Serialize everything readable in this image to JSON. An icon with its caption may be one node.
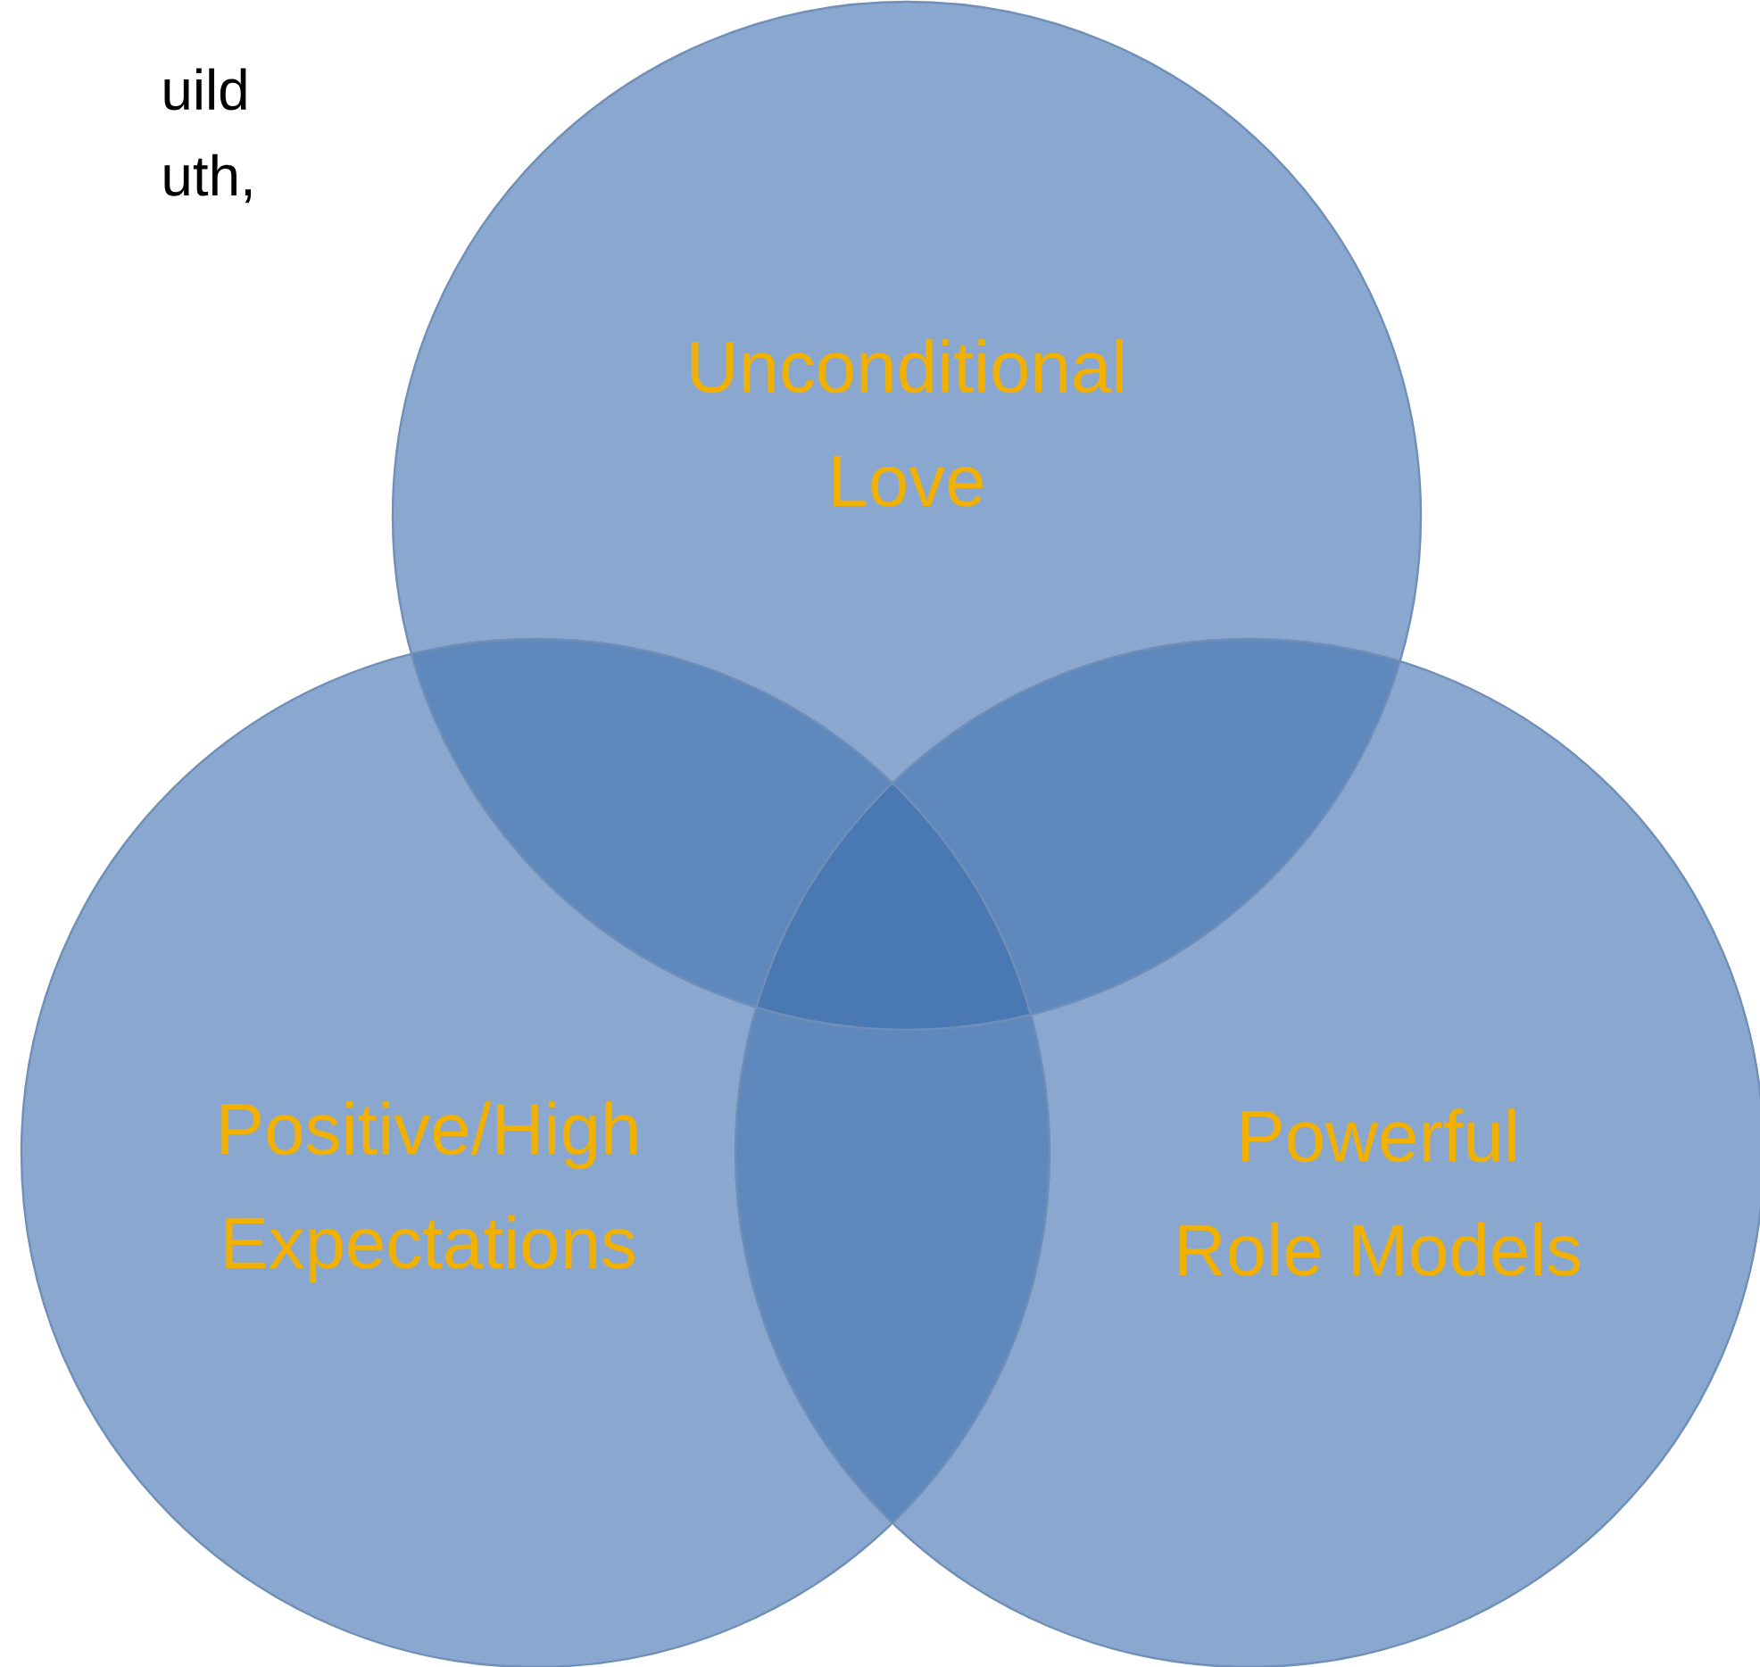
{
  "diagram": {
    "nodes": [
      {
        "text": [
          "Unconditional Love"
        ]
      },
      {
        "text": [
          "Positive/High Expectations"
        ]
      },
      {
        "text": [
          "Powerful Role Models"
        ]
      }
    ],
    "labels": [
      "uild",
      "uth,"
    ]
  }
}
